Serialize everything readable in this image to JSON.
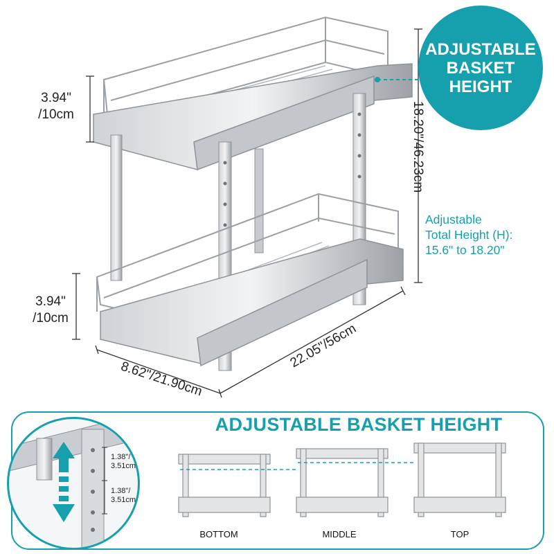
{
  "badge": {
    "line1": "ADJUSTABLE",
    "line2": "BASKET",
    "line3": "HEIGHT"
  },
  "dimensions": {
    "top_gap_value": "3.94\"",
    "top_gap_metric": "/10cm",
    "bottom_gap_value": "3.94\"",
    "bottom_gap_metric": "/10cm",
    "height": "18.20\"/46.23cm",
    "width": "8.62\"/21.90cm",
    "depth": "22.05\"/56cm"
  },
  "adjustable_note": {
    "line1": "Adjustable",
    "line2": "Total Height (H):",
    "line3": "15.6\" to 18.20\""
  },
  "panel": {
    "title": "ADJUSTABLE BASKET HEIGHT",
    "step1_value": "1.38\"/",
    "step1_metric": "3.51cm",
    "step2_value": "1.38\"/",
    "step2_metric": "3.51cm",
    "positions": [
      "BOTTOM",
      "MIDDLE",
      "TOP"
    ]
  },
  "colors": {
    "accent": "#16a0ad",
    "metal": "#b8bcc0",
    "metal_dark": "#8e9398"
  }
}
